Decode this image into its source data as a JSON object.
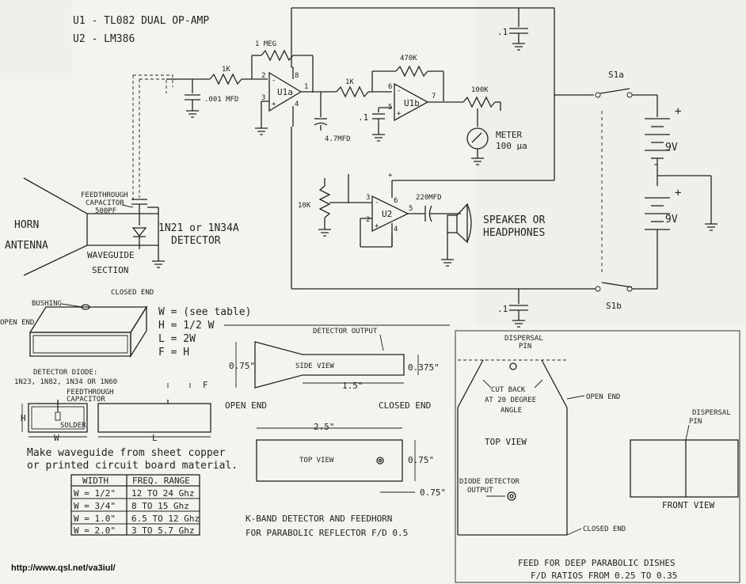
{
  "parts": {
    "u1": "U1 - TL082 DUAL OP-AMP",
    "u2": "U2 - LM386"
  },
  "components": {
    "r_1meg": "1 MEG",
    "r_1k_a": "1K",
    "r_1k_b": "1K",
    "r_470k": "470K",
    "r_100k": "100K",
    "r_10k": "10K",
    "c_001": ".001 MFD",
    "c_47": "4.7MFD",
    "c_1a": ".1",
    "c_1b": ".1",
    "c_1c": ".1",
    "c_220": "220MFD",
    "u1a": "U1a",
    "u1b": "U1b",
    "u2": "U2",
    "s1a": "S1a",
    "s1b": "S1b",
    "batt1": "9V",
    "batt2": "9V",
    "meter": "METER",
    "meter_val": "100 µa",
    "speaker": "SPEAKER OR",
    "speaker2": "HEADPHONES",
    "feedthrough": "FEEDTHROUGH",
    "feedthrough2": "CAPACITOR",
    "feedthrough3": "500PF",
    "diode": "1N21 or 1N34A",
    "diode2": "DETECTOR",
    "horn": "HORN",
    "antenna": "ANTENNA",
    "waveguide": "WAVEGUIDE",
    "section": "SECTION"
  },
  "pins": {
    "u1a_in_minus": "2",
    "u1a_in_plus": "3",
    "u1a_v8": "8",
    "u1a_out": "1",
    "u1a_v4": "4",
    "u1b_in_minus": "6",
    "u1b_in_plus": "5",
    "u1b_out": "7",
    "u2_in_minus": "3",
    "u2_in_plus": "2",
    "u2_v6": "6",
    "u2_out": "5",
    "u2_v4": "4"
  },
  "waveguide_box": {
    "bushing": "BUSHING",
    "closed_end": "CLOSED END",
    "open_end": "OPEN END",
    "dim_w": "W = (see table)",
    "dim_h": "H = 1/2 W",
    "dim_l": "L  =  2W",
    "dim_f": "F = H",
    "detector_diode": "DETECTOR DIODE:",
    "diode_list": "1N23, 1N82, 1N34 OR 1N60",
    "feedthrough": "FEEDTHROUGH",
    "capacitor": "CAPACITOR",
    "solder": "SOLDER",
    "h": "H",
    "w": "W",
    "l": "L",
    "f": "F",
    "make1": "Make waveguide from sheet copper",
    "make2": "or printed circuit board material."
  },
  "width_table": {
    "headers": [
      "WIDTH",
      "FREQ. RANGE"
    ],
    "rows": [
      [
        "W = 1/2\"",
        "12 TO 24 Ghz"
      ],
      [
        "W = 3/4\"",
        "8 TO 15 Ghz"
      ],
      [
        "W = 1.0\"",
        "6.5 TO 12 Ghz"
      ],
      [
        "W = 2.0\"",
        "3 TO 5.7 Ghz"
      ]
    ]
  },
  "feedhorn": {
    "detector_output": "DETECTOR OUTPUT",
    "side_view": "SIDE VIEW",
    "dim_075": "0.75\"",
    "dim_0375": "0.375\"",
    "dim_15": "1.5\"",
    "open_end": "OPEN END",
    "closed_end": "CLOSED END",
    "dim_25": "2.5\"",
    "top_view": "TOP VIEW",
    "dim_075b": "0.75\"",
    "dim_075c": "0.75\"",
    "caption1": "K-BAND DETECTOR AND FEEDHORN",
    "caption2": "FOR PARABOLIC REFLECTOR F/D 0.5"
  },
  "deep_feed": {
    "dispersal_pin": "DISPERSAL",
    "pin": "PIN",
    "cut_back": "CUT BACK",
    "at_20": "AT 20 DEGREE",
    "angle": "ANGLE",
    "open_end": "OPEN END",
    "top_view": "TOP VIEW",
    "diode_output1": "DIODE DETECTOR",
    "diode_output2": "OUTPUT",
    "dispersal_pin2": "DISPERSAL",
    "pin2": "PIN",
    "front_view": "FRONT VIEW",
    "closed_end": "CLOSED END",
    "caption1": "FEED FOR DEEP PARABOLIC DISHES",
    "caption2": "F/D RATIOS FROM 0.25 TO 0.35"
  },
  "url": "http://www.qsl.net/va3iul/"
}
